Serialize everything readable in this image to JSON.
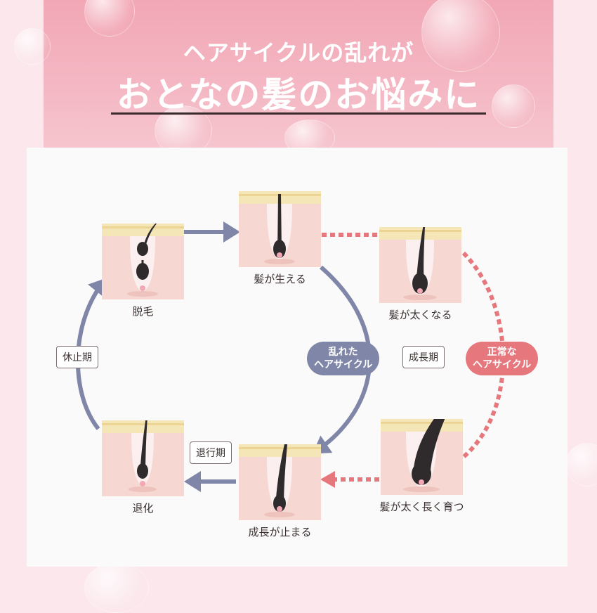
{
  "header": {
    "line1": "ヘアサイクルの乱れが",
    "line2": "おとなの髪のお悩みに"
  },
  "stages": {
    "datsumo": "脱毛",
    "haeru": "髪が生える",
    "futokunaru": "髪が太くなる",
    "nagaku": "髪が太く長く育つ",
    "tomaru": "成長が止まる",
    "taika": "退化"
  },
  "phases": {
    "kyushi": "休止期",
    "seicho": "成長期",
    "taiko": "退行期"
  },
  "badges": {
    "disturbed": {
      "line1": "乱れた",
      "line2": "ヘアサイクル"
    },
    "normal": {
      "line1": "正常な",
      "line2": "ヘアサイクル"
    }
  },
  "colors": {
    "disturbed": "#7f86a8",
    "normal": "#e5777d",
    "skin": "#f6d7d2",
    "scalp": "#f5e6b8",
    "hair": "#2f2a2c"
  }
}
